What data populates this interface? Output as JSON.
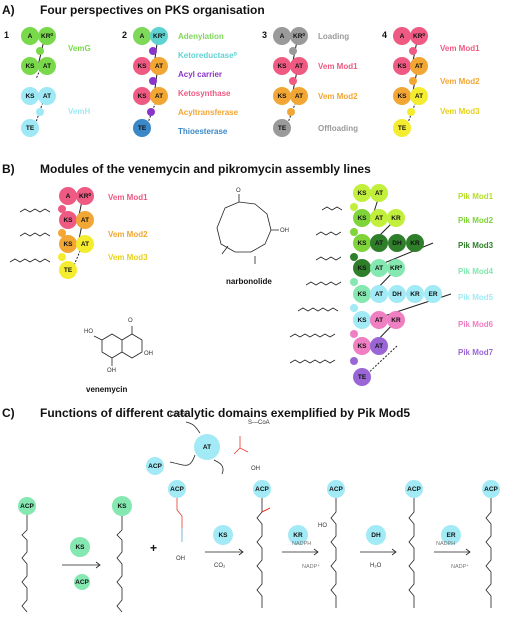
{
  "section_a": {
    "letter": "A)",
    "title": "Four perspectives on PKS organisation",
    "p1": {
      "num": "1",
      "labels": [
        "VemG",
        "VemH"
      ]
    },
    "p2": {
      "num": "2",
      "labels": [
        "Adenylation",
        "Ketoreductase⁰",
        "Acyl carrier",
        "Ketosynthase",
        "Acyltransferase",
        "Thioesterase"
      ]
    },
    "p3": {
      "num": "3",
      "labels": [
        "Loading",
        "Vem Mod1",
        "Vem Mod2",
        "Offloading"
      ]
    },
    "p4": {
      "num": "4",
      "labels": [
        "Vem Mod1",
        "Vem Mod2",
        "Vem Mod3"
      ]
    }
  },
  "section_b": {
    "letter": "B)",
    "title": "Modules of the venemycin and pikromycin assembly lines",
    "vem_labels": [
      "Vem Mod1",
      "Vem Mod2",
      "Vem Mod3"
    ],
    "pik_labels": [
      "Pik Mod1",
      "Pik Mod2",
      "Pik Mod3",
      "Pik Mod4",
      "Pik Mod5",
      "Pik Mod6",
      "Pik Mod7"
    ],
    "narbonolide": "narbonolide",
    "venemycin": "venemycin"
  },
  "section_c": {
    "letter": "C)",
    "title": "Functions of different catalytic domains exemplified by Pik Mod5",
    "coash": "CoASH",
    "sco": "S—CoA",
    "oh": "OH",
    "nadph1": "NADPH",
    "nadp1": "NADP⁺",
    "h2o": "H₂O",
    "nadph2": "NADPH",
    "nadp2": "NADP⁺",
    "co2": "CO₂"
  },
  "colors": {
    "vemg": "#79d94a",
    "vemh": "#9ee9f5",
    "adenylation": "#7ed85a",
    "ketoreductase": "#5fd3d2",
    "acyl_carrier": "#8a35c9",
    "ketosynthase": "#ee5a82",
    "acyltransferase": "#f2a634",
    "thioesterase": "#3a88c8",
    "loading": "#9a9a9a",
    "vem_mod1": "#ee5a82",
    "vem_mod2": "#f2a634",
    "vem_mod3": "#f4ec2e",
    "pik_mod1": "#c2ef3c",
    "pik_mod2": "#7fd43a",
    "pik_mod3": "#2f7f2a",
    "pik_mod4": "#84e8b0",
    "pik_mod5": "#a2eaf5",
    "pik_mod6": "#f07ec2",
    "pik_mod7": "#9a66d6",
    "red": "#e63a2a",
    "blue": "#5ea6d6",
    "yellow_green": "#b9d22a"
  },
  "domain_text": {
    "a": "A",
    "kr": "KR⁰",
    "ks": "KS",
    "at": "AT",
    "te": "TE",
    "krp": "KR",
    "dh": "DH",
    "er": "ER",
    "acp": "ACP"
  }
}
